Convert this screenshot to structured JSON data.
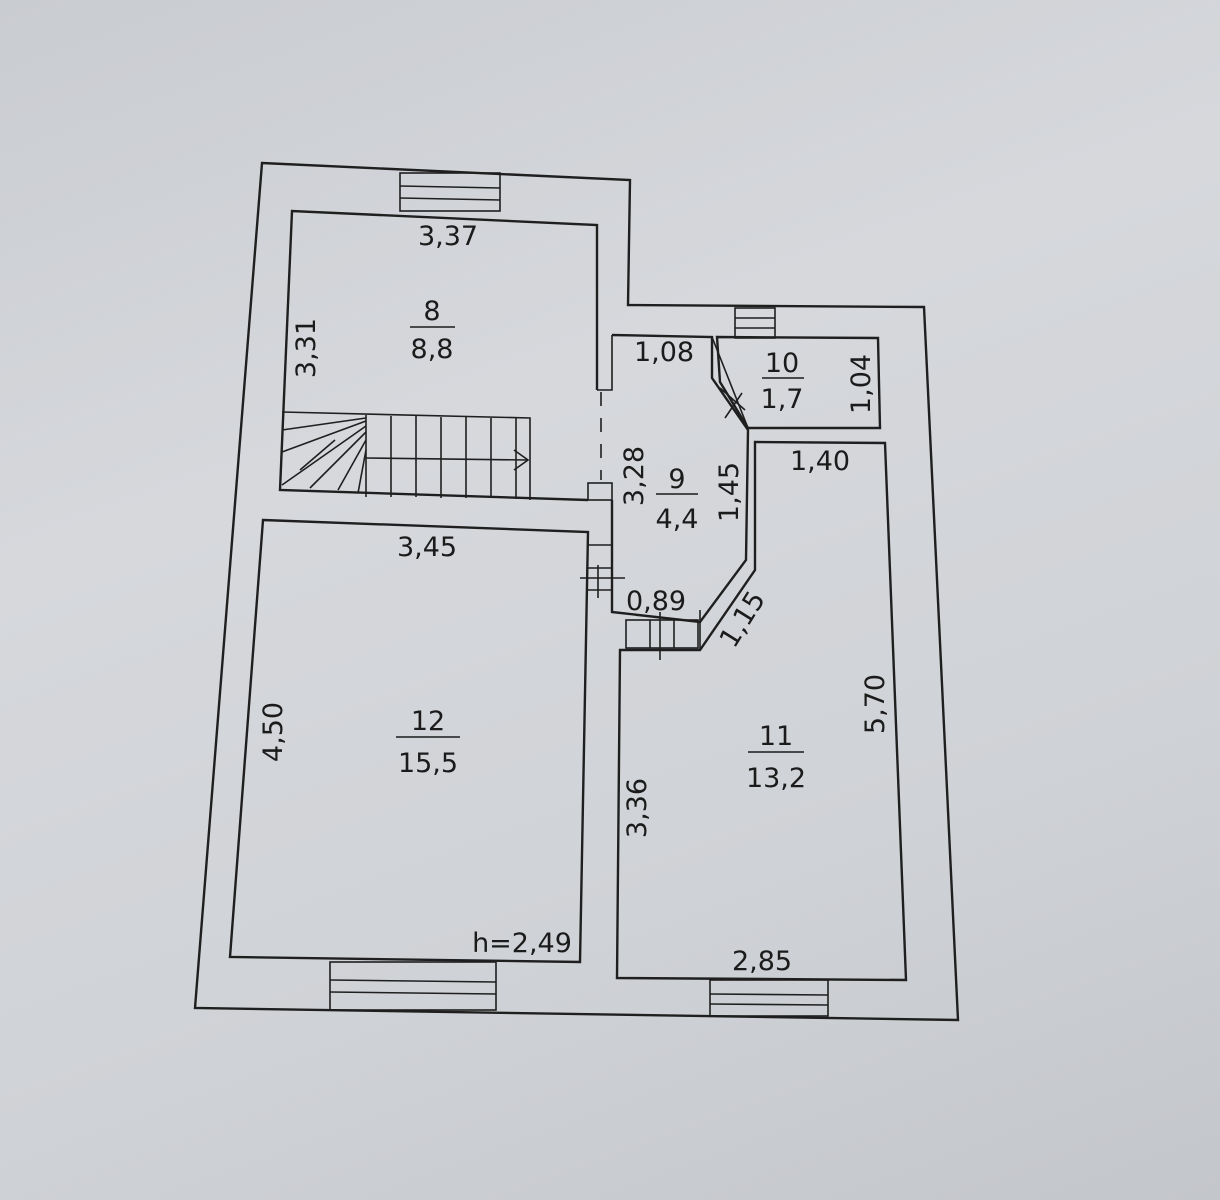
{
  "rooms": [
    {
      "number": "8",
      "area": "8,8"
    },
    {
      "number": "9",
      "area": "4,4"
    },
    {
      "number": "10",
      "area": "1,7"
    },
    {
      "number": "11",
      "area": "13,2"
    },
    {
      "number": "12",
      "area": "15,5"
    }
  ],
  "dimensions": {
    "r8_width": "3,37",
    "r8_height": "3,31",
    "r9_top": "1,08",
    "r9_height": "3,28",
    "r9_right": "1,45",
    "r9_bottom": "0,89",
    "r9_diag": "1,15",
    "r10_height": "1,04",
    "r11_top": "1,40",
    "r11_right": "5,70",
    "r11_left": "3,36",
    "r11_bottom": "2,85",
    "r12_top": "3,45",
    "r12_left": "4,50",
    "ceiling_height": "h=2,49"
  }
}
